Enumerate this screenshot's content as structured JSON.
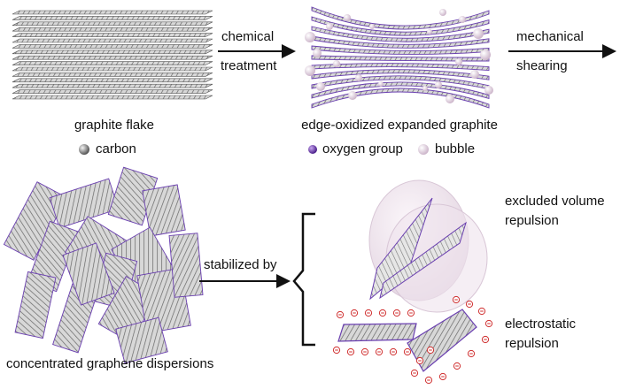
{
  "labels": {
    "graphite_flake": "graphite flake",
    "carbon": "carbon",
    "chemical": "chemical",
    "treatment": "treatment",
    "edge_oxidized": "edge-oxidized expanded graphite",
    "oxygen_group": "oxygen group",
    "bubble": "bubble",
    "mechanical": "mechanical",
    "shearing": "shearing",
    "concentrated": "concentrated graphene dispersions",
    "stabilized_by": "stabilized by",
    "excluded_line1": "excluded volume",
    "excluded_line2": "repulsion",
    "electrostatic_line1": "electrostatic",
    "electrostatic_line2": "repulsion",
    "charge_sign": "−"
  },
  "colors": {
    "carbon_gray": "#8a8a8a",
    "sheet_dark": "#555555",
    "oxygen_purple": "#6a3fb0",
    "bubble_pink": "#e8d8e6",
    "charge_red": "#d03030"
  }
}
